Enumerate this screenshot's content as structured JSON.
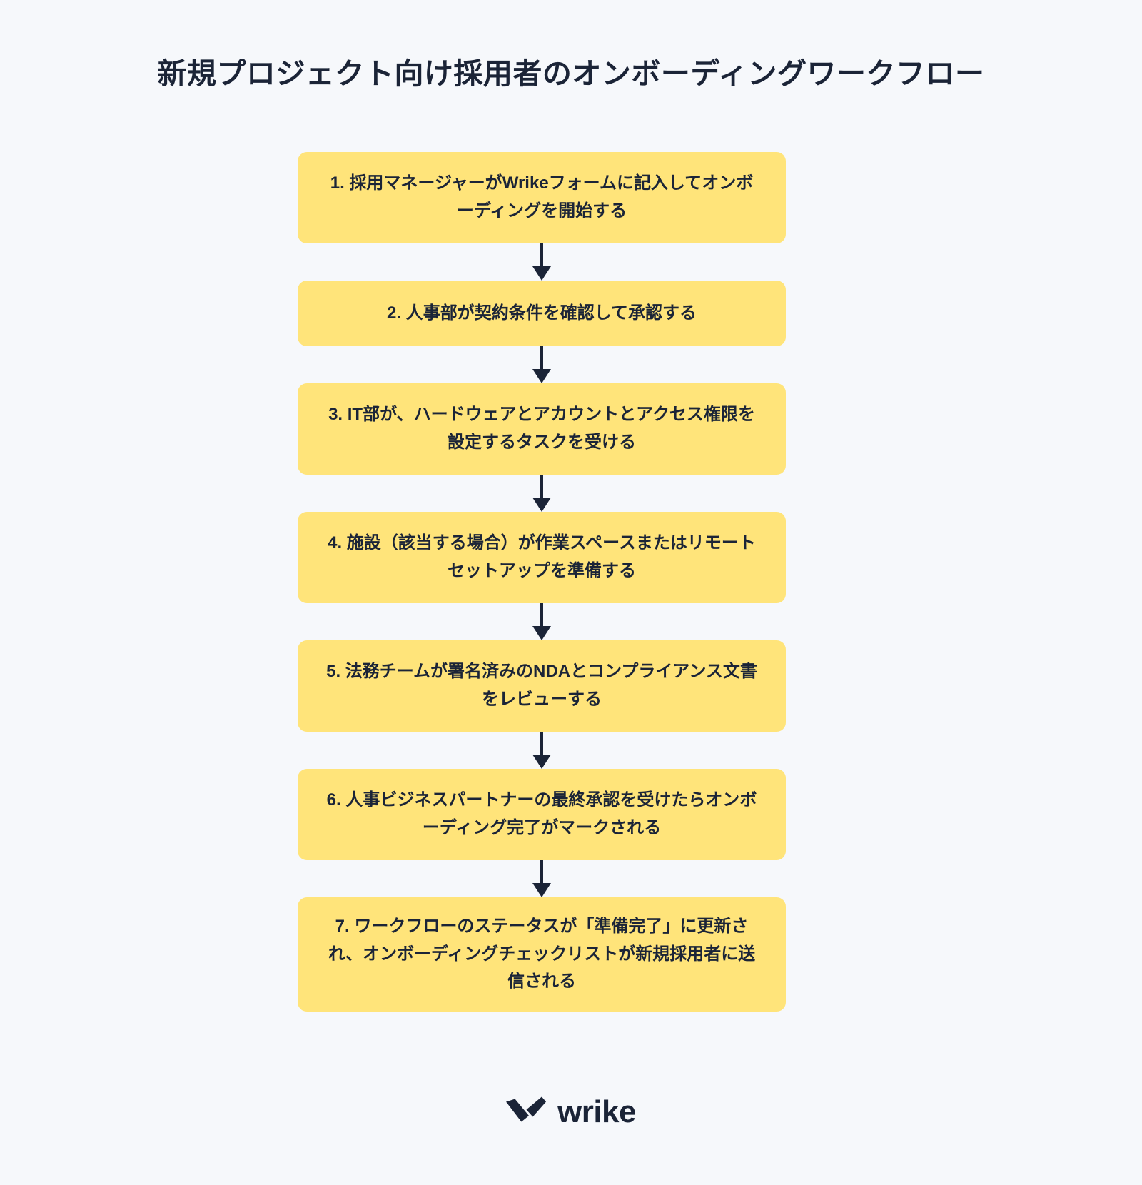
{
  "page": {
    "background_color": "#f6f8fb",
    "title": "新規プロジェクト向け採用者のオンボーディングワークフロー"
  },
  "theme": {
    "node_fill": "#ffe47a",
    "text_color": "#1b2437",
    "arrow_color": "#1b2437"
  },
  "chart_data": {
    "type": "diagram",
    "subtype": "flowchart",
    "orientation": "vertical",
    "title": "新規プロジェクト向け採用者のオンボーディングワークフロー",
    "nodes": [
      {
        "id": 1,
        "label": "1. 採用マネージャーがWrikeフォームに記入してオンボーディングを開始する",
        "lines": 2
      },
      {
        "id": 2,
        "label": "2. 人事部が契約条件を確認して承認する",
        "lines": 1
      },
      {
        "id": 3,
        "label": "3. IT部が、ハードウェアとアカウントとアクセス権限を設定するタスクを受ける",
        "lines": 2
      },
      {
        "id": 4,
        "label": "4. 施設（該当する場合）が作業スペースまたはリモートセットアップを準備する",
        "lines": 2
      },
      {
        "id": 5,
        "label": "5. 法務チームが署名済みのNDAとコンプライアンス文書をレビューする",
        "lines": 2
      },
      {
        "id": 6,
        "label": "6. 人事ビジネスパートナーの最終承認を受けたらオンボーディング完了がマークされる",
        "lines": 2
      },
      {
        "id": 7,
        "label": "7. ワークフローのステータスが「準備完了」に更新され、オンボーディングチェックリストが新規採用者に送信される",
        "lines": 3
      }
    ],
    "edges": [
      {
        "from": 1,
        "to": 2,
        "style": "arrow-down"
      },
      {
        "from": 2,
        "to": 3,
        "style": "arrow-down"
      },
      {
        "from": 3,
        "to": 4,
        "style": "arrow-down"
      },
      {
        "from": 4,
        "to": 5,
        "style": "arrow-down"
      },
      {
        "from": 5,
        "to": 6,
        "style": "arrow-down"
      },
      {
        "from": 6,
        "to": 7,
        "style": "arrow-down"
      }
    ]
  },
  "footer": {
    "brand_name": "wrike",
    "logo_icon": "wrike-checkmark-icon"
  }
}
